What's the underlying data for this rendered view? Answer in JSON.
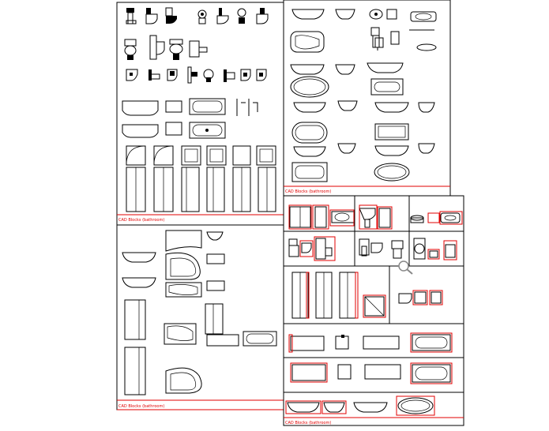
{
  "sheets": {
    "top_left": {
      "label": "CAD Blocks (bathroom)"
    },
    "top_right": {
      "label": "CAD Blocks (bathroom)"
    },
    "bottom_left": {
      "label": "CAD Blocks (bathroom)"
    },
    "bottom_right": {
      "label": "CAD Blocks (bathroom)"
    }
  },
  "icons": {
    "zoom": "magnifier-icon"
  }
}
